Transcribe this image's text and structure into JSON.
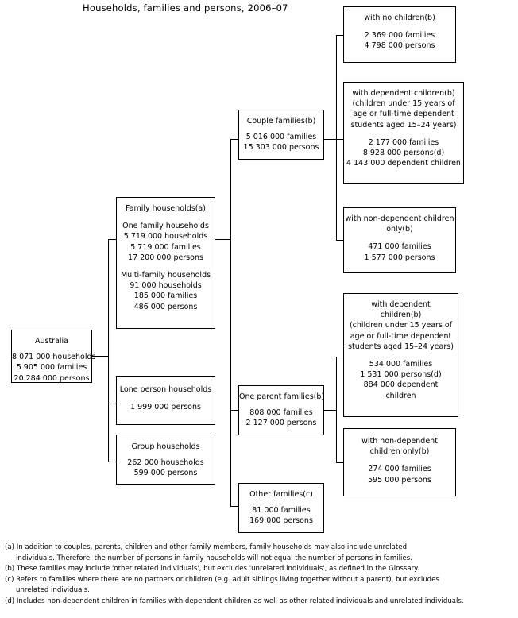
{
  "title": "Households, families and persons, 2006–07",
  "nodes": {
    "australia": {
      "header": "Australia",
      "lines": [
        "8 071 000 households",
        "5 905 000 families",
        "20 284 000 persons"
      ]
    },
    "family_households": {
      "header": "Family households(a)",
      "group1_header": "One family households",
      "group1_lines": [
        "5 719 000 households",
        "5 719 000 families",
        "17 200 000  persons"
      ],
      "group2_header": "Multi-family households",
      "group2_lines": [
        "91 000 households",
        "185 000 families",
        "486 000 persons"
      ]
    },
    "lone_person_households": {
      "header": "Lone person households",
      "lines": [
        "1 999 000 persons"
      ]
    },
    "group_households": {
      "header": "Group households",
      "lines": [
        "262 000 households",
        "599 000 persons"
      ]
    },
    "couple_families": {
      "header": "Couple families(b)",
      "lines": [
        "5 016 000 families",
        "15 303 000 persons"
      ]
    },
    "one_parent_families": {
      "header": "One parent families(b)",
      "lines": [
        "808 000 families",
        "2 127 000 persons"
      ]
    },
    "other_families": {
      "header": "Other families(c)",
      "lines": [
        "81 000  families",
        "169 000 persons"
      ]
    },
    "couple_no_children": {
      "header": "with no children(b)",
      "lines": [
        "2 369 000 families",
        "4 798 000  persons"
      ]
    },
    "couple_dependent_children": {
      "header_lines": [
        "with dependent children(b)",
        "(children under 15 years of",
        "age or full-time dependent",
        "students aged 15–24 years)"
      ],
      "lines": [
        "2 177 000 families",
        "8 928 000 persons(d)",
        "4 143 000 dependent children"
      ]
    },
    "couple_non_dependent_children": {
      "header_lines": [
        "with non-dependent children",
        "only(b)"
      ],
      "lines": [
        "471 000 families",
        "1 577 000 persons"
      ]
    },
    "op_dependent_children": {
      "header_lines": [
        "with dependent",
        "children(b)",
        "(children under 15 years of",
        "age or full-time dependent",
        "students aged 15–24 years)"
      ],
      "lines": [
        "534 000  families",
        "1 531 000  persons(d)",
        "884 000 dependent",
        "children"
      ]
    },
    "op_non_dependent_children": {
      "header_lines": [
        "with non-dependent",
        "children only(b)"
      ],
      "lines": [
        "274 000 families",
        "595 000 persons"
      ]
    }
  },
  "footnotes": [
    "(a) In addition to couples, parents, children and other family members, family households may also include unrelated",
    "individuals. Therefore, the number of persons in family households will not equal the number of persons in families.",
    "(b) These families may include 'other related individuals', but excludes 'unrelated individuals', as defined in the Glossary.",
    "(c) Refers to families where there are no partners or children (e.g. adult siblings living together without a parent), but excludes",
    "unrelated individuals.",
    "(d) Includes non-dependent children in families with dependent children as well as other related individuals and unrelated individuals."
  ]
}
